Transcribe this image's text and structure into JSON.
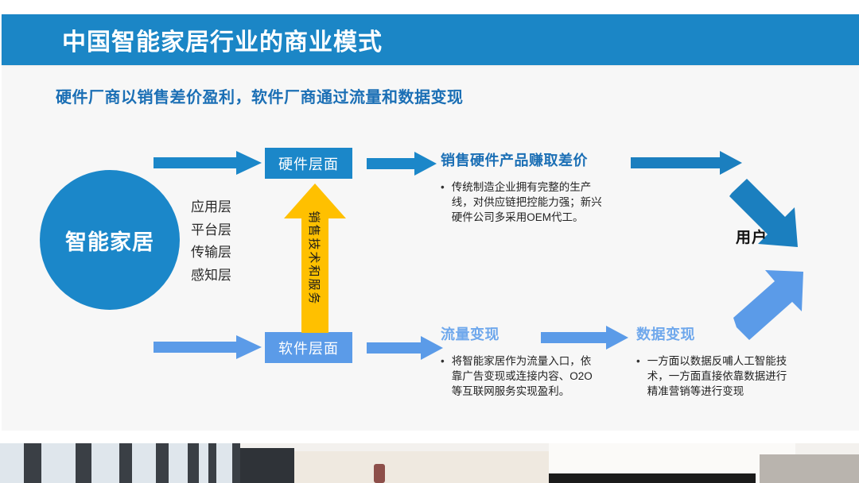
{
  "header": {
    "title": "中国智能家居行业的商业模式",
    "bar_color": "#1b86c6"
  },
  "subtitle": {
    "text": "硬件厂商以销售差价盈利，软件厂商通过流量和数据变现",
    "color": "#1b6fb5"
  },
  "circle": {
    "label": "智能家居",
    "color": "#1b87c9"
  },
  "layers": [
    {
      "label": "应用层"
    },
    {
      "label": "平台层"
    },
    {
      "label": "传输层"
    },
    {
      "label": "感知层"
    }
  ],
  "boxes": {
    "hardware": {
      "label": "硬件层面",
      "color": "#1b87c9"
    },
    "software": {
      "label": "软件层面",
      "color": "#5b9be8"
    }
  },
  "yellow_arrow": {
    "label": "销售技术和服务",
    "color": "#ffc000"
  },
  "blocks": {
    "hardware_profit": {
      "title": "销售硬件产品赚取差价",
      "bullet": "•",
      "body": "传统制造企业拥有完整的生产线，对供应链把控能力强；新兴硬件公司多采用OEM代工。"
    },
    "traffic": {
      "title": "流量变现",
      "bullet": "•",
      "body": "将智能家居作为流量入口，依靠广告变现或连接内容、O2O等互联网服务实现盈利。"
    },
    "data": {
      "title": "数据变现",
      "bullet": "•",
      "body": "一方面以数据反哺人工智能技术，一方面直接依靠数据进行精准营销等进行变现"
    }
  },
  "user": {
    "label": "用户"
  },
  "colors": {
    "dark_blue": "#1b87c9",
    "light_blue": "#5b9be8",
    "yellow": "#ffc000",
    "panel_bg": "#f7f7f7"
  }
}
